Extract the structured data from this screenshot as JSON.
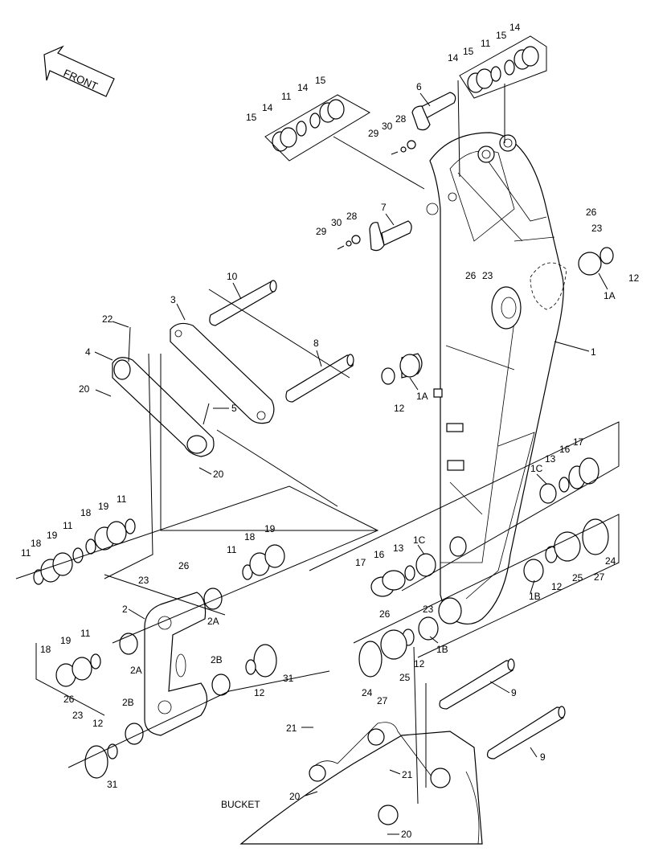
{
  "direction_label": "FRONT",
  "bucket_label": "BUCKET",
  "callouts": {
    "c1": "1",
    "c1a_top": "1A",
    "c1a_mid": "1A",
    "c1b_a": "1B",
    "c1b_b": "1B",
    "c1c_a": "1C",
    "c1c_b": "1C",
    "c2": "2",
    "c2a_a": "2A",
    "c2a_b": "2A",
    "c2b_a": "2B",
    "c2b_b": "2B",
    "c3": "3",
    "c4": "4",
    "c5": "5",
    "c6": "6",
    "c7": "7",
    "c8": "8",
    "c9_a": "9",
    "c9_b": "9",
    "c10": "10",
    "c11_a": "11",
    "c11_b": "11",
    "c11_c": "11",
    "c11_d": "11",
    "c11_e": "11",
    "c11_f": "11",
    "c11_g": "11",
    "c12_a": "12",
    "c12_b": "12",
    "c12_c": "12",
    "c12_d": "12",
    "c12_e": "12",
    "c12_f": "12",
    "c13_a": "13",
    "c13_b": "13",
    "c14_a": "14",
    "c14_b": "14",
    "c14_c": "14",
    "c14_d": "14",
    "c15_a": "15",
    "c15_b": "15",
    "c15_c": "15",
    "c15_d": "15",
    "c16_a": "16",
    "c16_b": "16",
    "c17_a": "17",
    "c17_b": "17",
    "c18_a": "18",
    "c18_b": "18",
    "c18_c": "18",
    "c18_d": "18",
    "c19_a": "19",
    "c19_b": "19",
    "c19_c": "19",
    "c19_d": "19",
    "c20_a": "20",
    "c20_b": "20",
    "c20_c": "20",
    "c20_d": "20",
    "c21_a": "21",
    "c21_b": "21",
    "c22": "22",
    "c23_a": "23",
    "c23_b": "23",
    "c23_c": "23",
    "c23_d": "23",
    "c23_e": "23",
    "c24_a": "24",
    "c24_b": "24",
    "c25_a": "25",
    "c25_b": "25",
    "c26_a": "26",
    "c26_b": "26",
    "c26_c": "26",
    "c26_d": "26",
    "c26_e": "26",
    "c27_a": "27",
    "c27_b": "27",
    "c28_a": "28",
    "c28_b": "28",
    "c29_a": "29",
    "c29_b": "29",
    "c30_a": "30",
    "c30_b": "30",
    "c31_a": "31",
    "c31_b": "31"
  }
}
